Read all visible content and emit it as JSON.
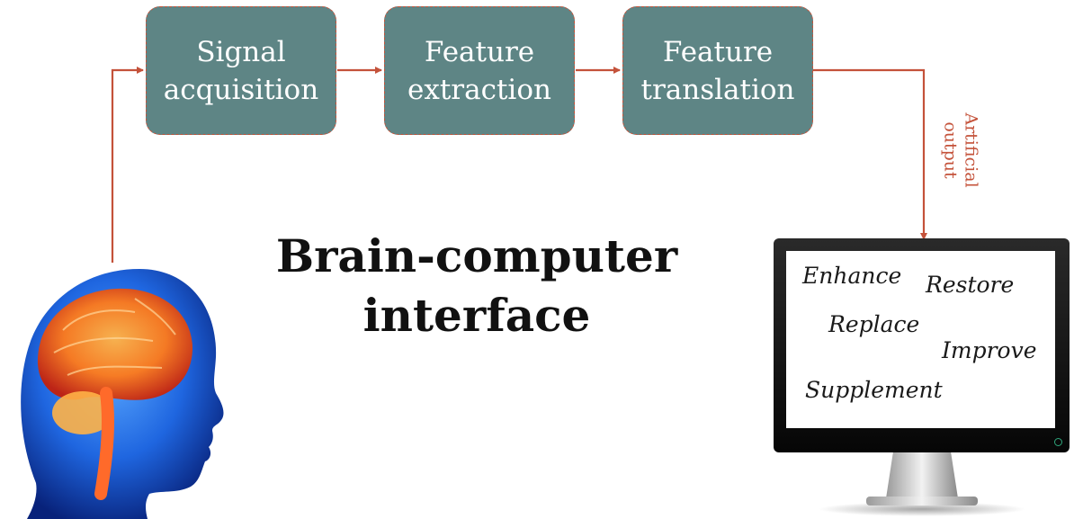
{
  "diagram": {
    "title_lines": [
      "Brain-computer",
      "interface"
    ],
    "stages": [
      {
        "label": "Signal\nacquisition"
      },
      {
        "label": "Feature\nextraction"
      },
      {
        "label": "Feature\ntranslation"
      }
    ],
    "output_label": "Artificial\noutput",
    "screen_words": [
      "Enhance",
      "Restore",
      "Replace",
      "Improve",
      "Supplement"
    ],
    "icons": [
      "head-brain-icon",
      "monitor-icon",
      "power-icon"
    ],
    "colors": {
      "stage_fill": "#5e8585",
      "accent": "#c4523a",
      "brain_glow": "#ff7a1a",
      "head": "#1f66e0"
    }
  }
}
